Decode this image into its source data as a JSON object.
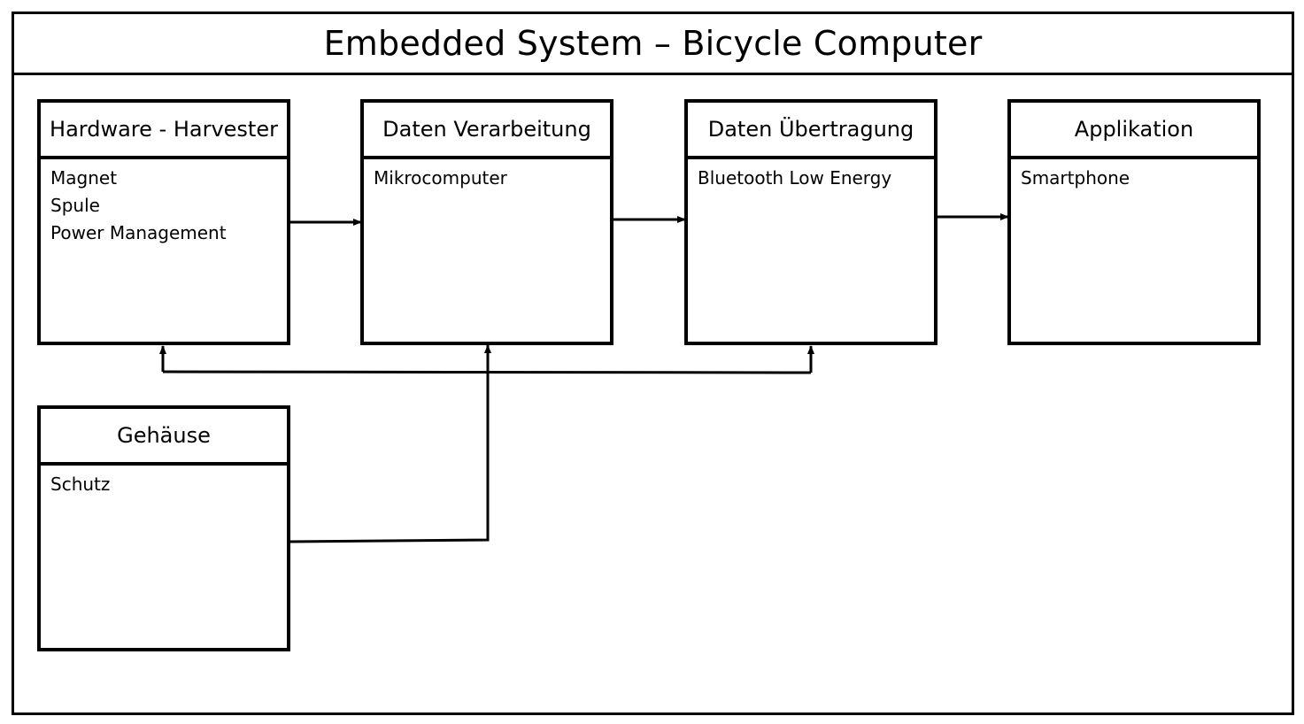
{
  "diagram": {
    "title": "Embedded System – Bicycle Computer",
    "blocks": [
      {
        "header": "Hardware - Harvester",
        "items": [
          "Magnet",
          "Spule",
          "Power Management"
        ]
      },
      {
        "header": "Daten Verarbeitung",
        "items": [
          "Mikrocomputer"
        ]
      },
      {
        "header": "Daten Übertragung",
        "items": [
          "Bluetooth Low Energy"
        ]
      },
      {
        "header": "Applikation",
        "items": [
          "Smartphone"
        ]
      },
      {
        "header": "Gehäuse",
        "items": [
          "Schutz"
        ]
      }
    ],
    "colors": {
      "line": "#000000",
      "background": "#ffffff"
    }
  }
}
